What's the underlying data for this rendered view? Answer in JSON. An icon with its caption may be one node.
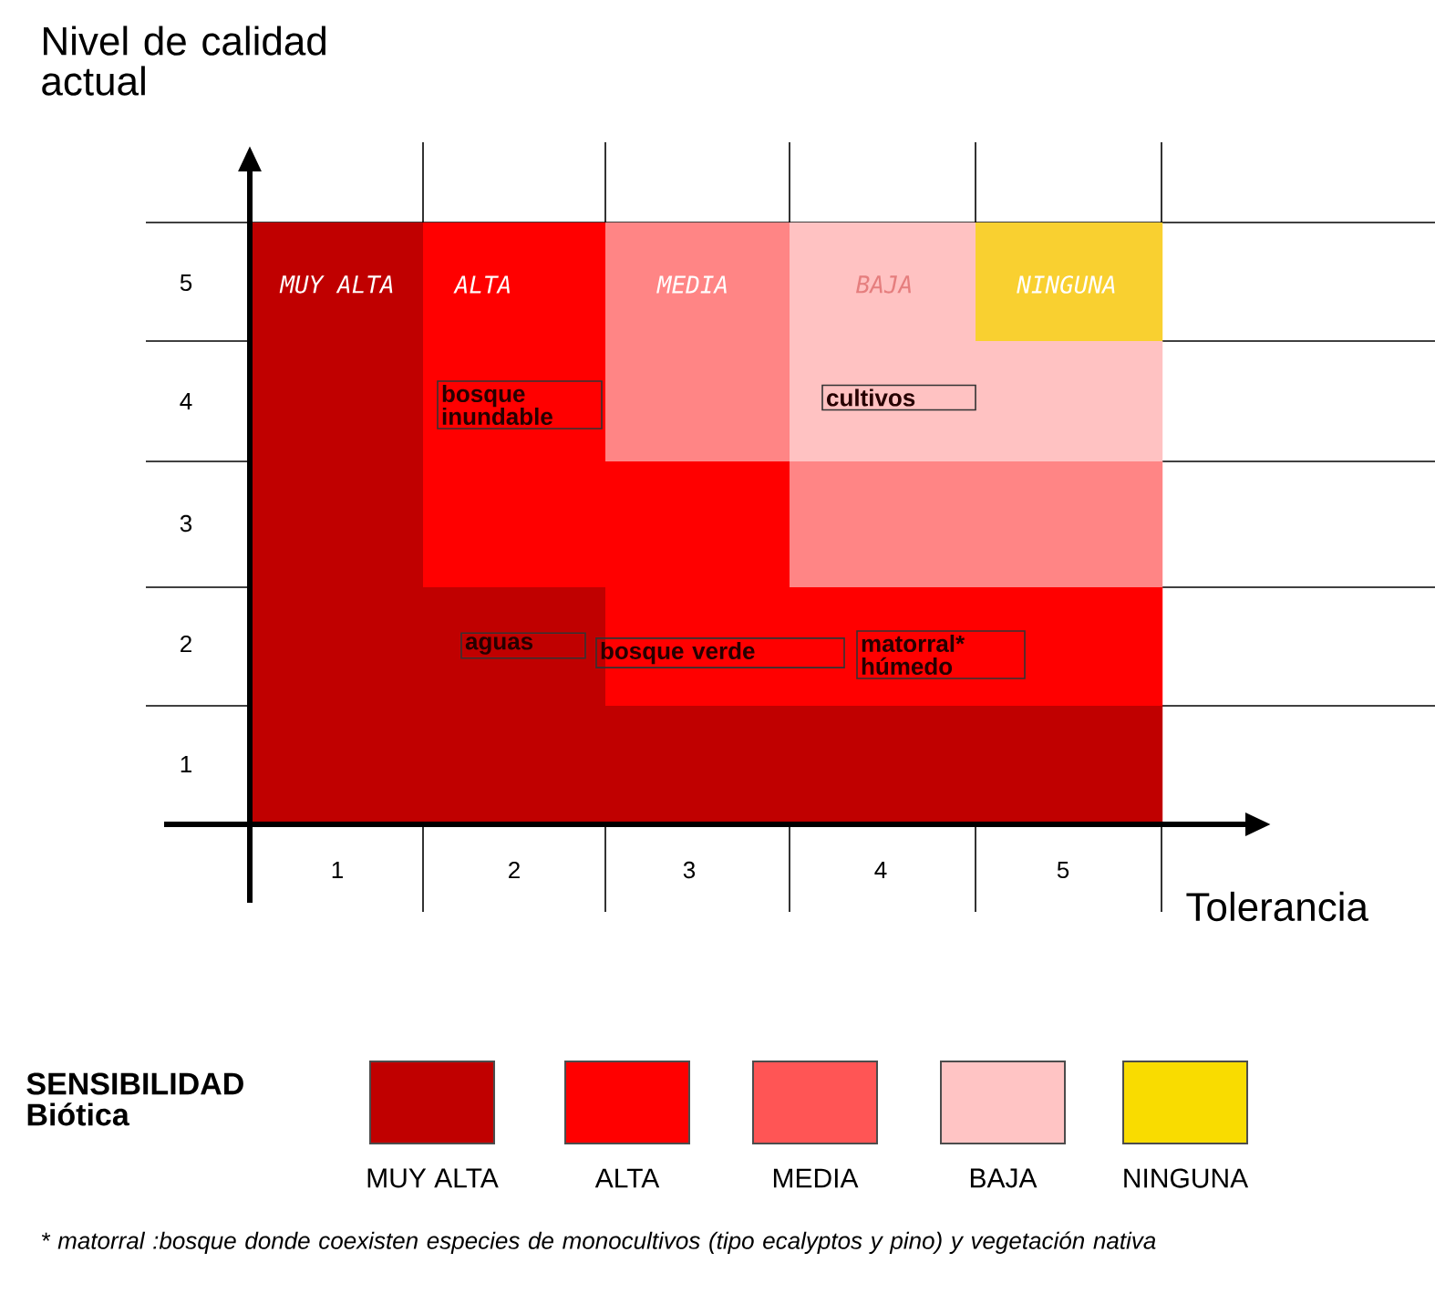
{
  "diagram": {
    "nodes": [
      {
        "text": [
          "bosque inundable"
        ]
      },
      {
        "text": [
          "cultivos"
        ]
      },
      {
        "text": [
          "aguas"
        ]
      },
      {
        "text": [
          "bosque verde"
        ]
      },
      {
        "text": [
          "matorral* húmedo"
        ]
      }
    ],
    "labels": [
      "Nivel de calidad actual",
      "5",
      "MUY ALTA",
      "ALTA",
      "MEDIA",
      "BAJA",
      "NINGUNA",
      "4",
      "3",
      "2",
      "1",
      "1",
      "2",
      "3",
      "4",
      "5",
      "Tolerancia",
      "SENSIBILIDAD Biótica"
    ],
    "legend": [
      {
        "text": "MUY ALTA",
        "color": "#c00000"
      },
      {
        "text": "ALTA",
        "color": "#ff0000"
      },
      {
        "text": "MEDIA",
        "color": "#ff5555"
      },
      {
        "text": "BAJA",
        "color": "#ffc4c4"
      },
      {
        "text": "NINGUNA",
        "color": "#f9dc00"
      }
    ],
    "caption": "* matorral :bosque donde coexisten especies de monocultivos (tipo ecalyptos y pino) y vegetación nativa"
  }
}
